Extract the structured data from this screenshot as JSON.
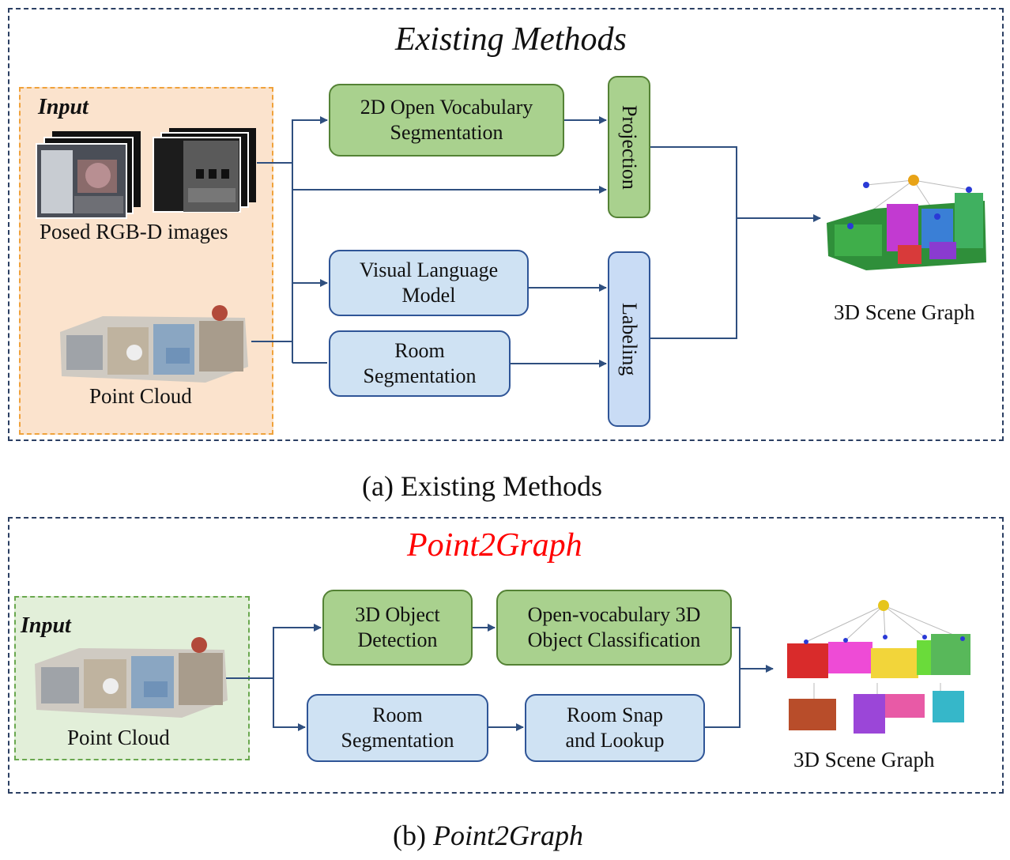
{
  "panel_a": {
    "title": "Existing Methods",
    "input_label": "Input",
    "rgbd_label": "Posed RGB-D images",
    "pointcloud_label": "Point Cloud",
    "node_2d_seg": "2D Open Vocabulary\nSegmentation",
    "node_vlm": "Visual Language\nModel",
    "node_room_seg": "Room\nSegmentation",
    "node_projection": "Projection",
    "node_labeling": "Labeling",
    "output_label": "3D Scene Graph",
    "caption": "(a) Existing Methods"
  },
  "panel_b": {
    "title": "Point2Graph",
    "title_color": "#ff0000",
    "input_label": "Input",
    "pointcloud_label": "Point Cloud",
    "node_3d_det": "3D Object\nDetection",
    "node_ov_cls": "Open-vocabulary 3D\nObject Classification",
    "node_room_seg": "Room\nSegmentation",
    "node_room_snap": "Room Snap\nand Lookup",
    "output_label": "3D Scene Graph",
    "caption_prefix": "(b) ",
    "caption_name": "Point2Graph"
  },
  "colors": {
    "frame": "#2b3f63",
    "arrow": "#2f4f7f",
    "green_fill": "#a9d18e",
    "blue_fill": "#cfe2f3",
    "input_a_fill": "#fbe3cd",
    "input_b_fill": "#e2efd9"
  }
}
